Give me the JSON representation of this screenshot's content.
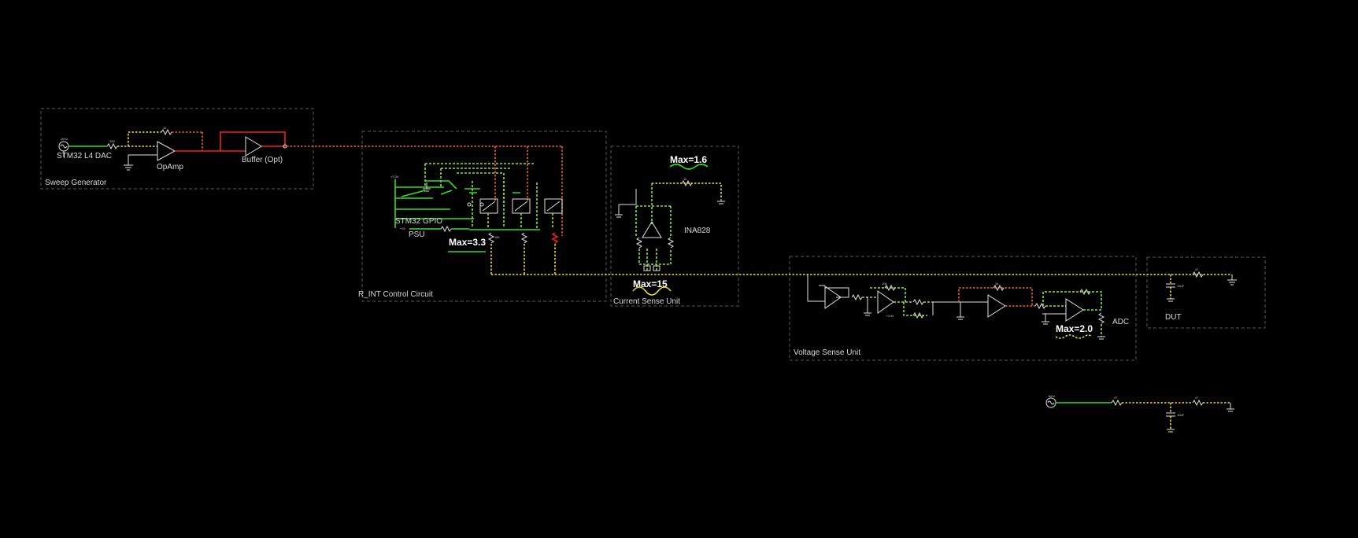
{
  "groups": {
    "sweep": "Sweep Generator",
    "rint": "R_INT Control Circuit",
    "current": "Current Sense Unit",
    "voltage": "Voltage Sense Unit",
    "dut": "DUT"
  },
  "components": {
    "dac": "STM32 L4 DAC",
    "opamp": "OpAmp",
    "buffer": "Buffer (Opt)",
    "gpio": "STM32 GPIO",
    "psu": "PSU",
    "ina": "INA828",
    "adc": "ADC"
  },
  "probes": {
    "rint_max": "Max=3.3",
    "current_top_max": "Max=1.6",
    "current_bottom_max": "Max=15",
    "voltage_max": "Max=2.0"
  },
  "tiny_labels": {
    "sine1": "1kHz",
    "r100": "100",
    "r1k": "1k",
    "v33": "+3.3V",
    "v5": "+5V",
    "r10k": "10k",
    "r47": "47",
    "c10u": "10uF",
    "sine2": "1kHz"
  },
  "colors": {
    "green": "#33dd22",
    "yellow": "#eedd33",
    "red": "#ee2222",
    "box": "#5a5a5a"
  }
}
